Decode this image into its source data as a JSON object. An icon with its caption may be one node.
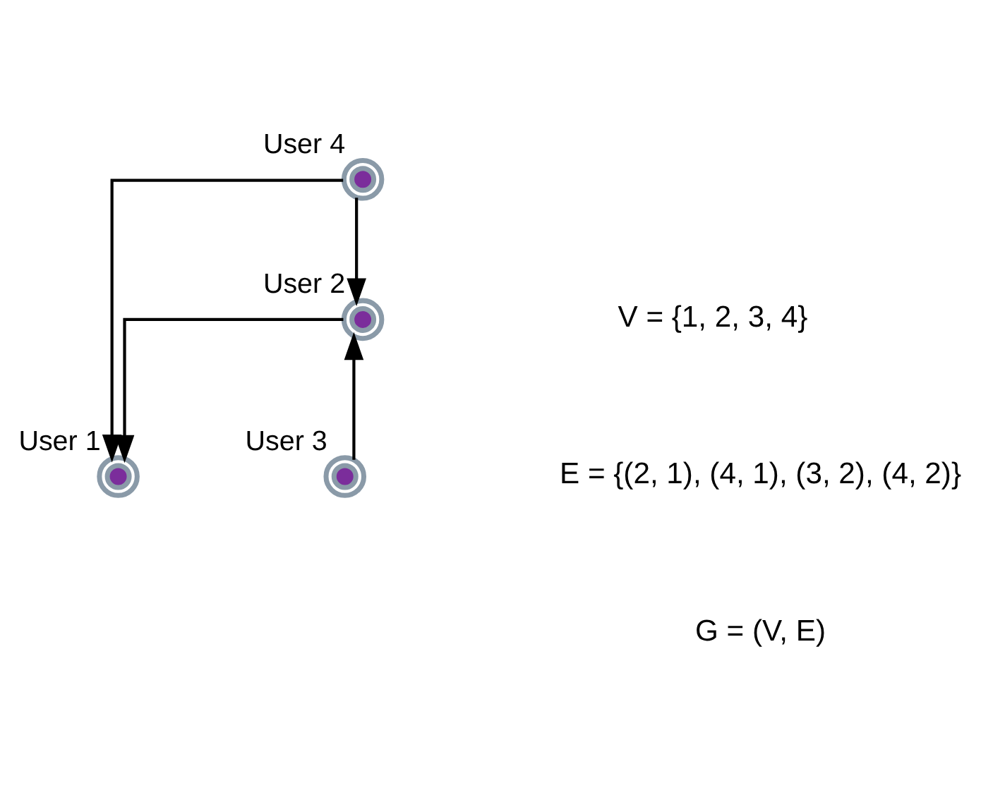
{
  "diagram": {
    "nodes": [
      {
        "text": [],
        "shape": "circle",
        "beside": [
          "User 2"
        ]
      },
      {
        "text": [],
        "shape": "circle",
        "beside": [
          "User 1"
        ]
      },
      {
        "text": [],
        "shape": "circle",
        "beside": [
          "User 3"
        ]
      },
      {
        "text": [],
        "shape": "circle",
        "beside": [
          "User 4"
        ]
      }
    ],
    "edges": [
      {
        "from": 0,
        "to": 1,
        "arrow": "to"
      },
      {
        "from": 3,
        "to": 1,
        "arrow": "to"
      },
      {
        "from": 2,
        "to": 0,
        "arrow": "to"
      },
      {
        "from": 3,
        "to": 0,
        "arrow": "to"
      }
    ],
    "labels": [
      "V = {1, 2, 3, 4}",
      "E = {(2, 1), (4, 1), (3, 2), (4, 2)}",
      "G = (V, E)"
    ]
  }
}
